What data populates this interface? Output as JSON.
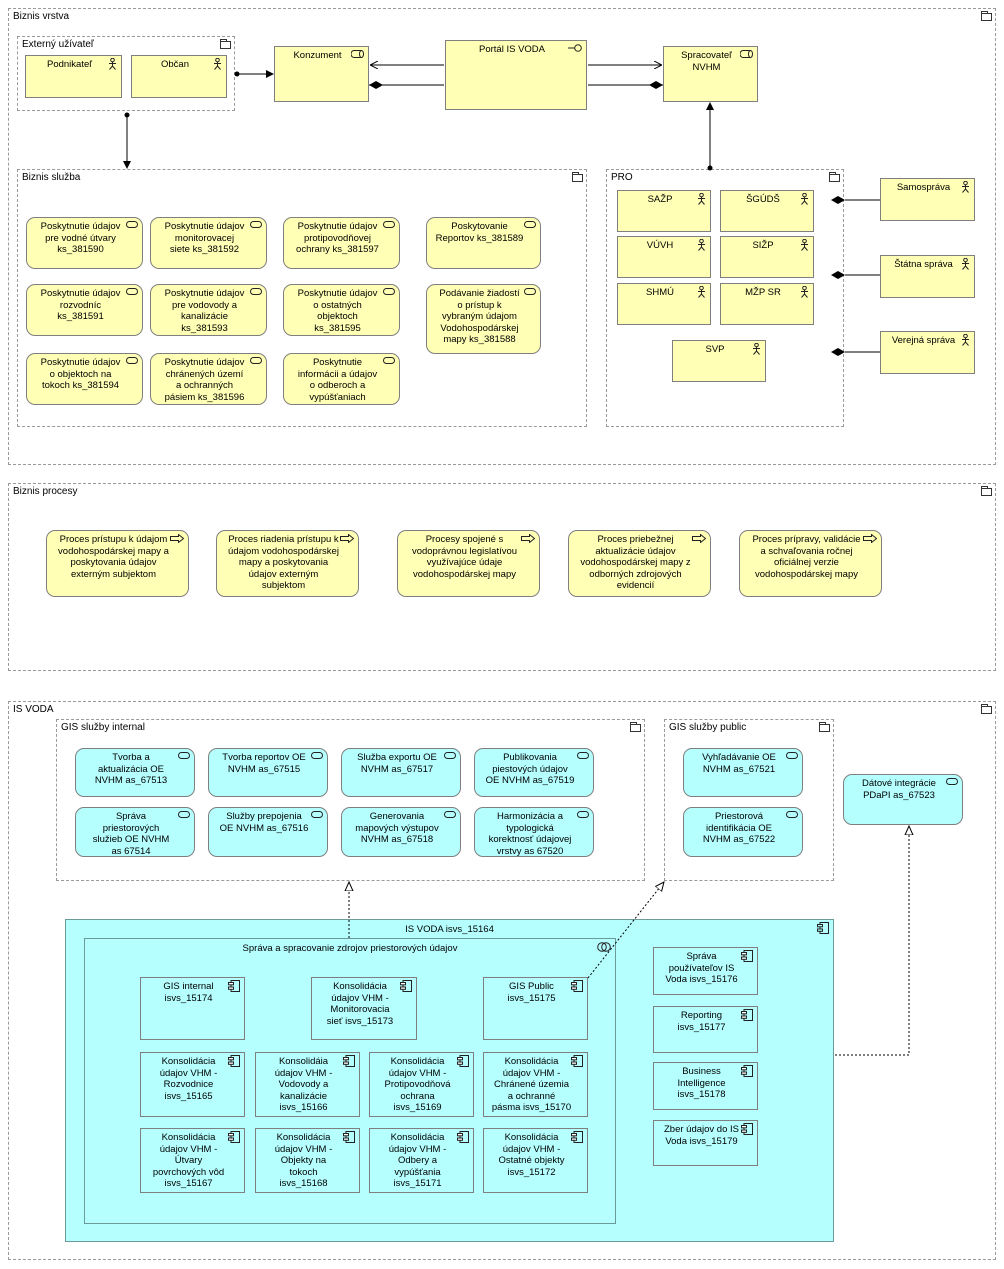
{
  "groups": {
    "biznis_vrstva": "Biznis vrstva",
    "externy_uzivatel": "Externý užívateľ",
    "biznis_sluzba": "Biznis služba",
    "pro": "PRO",
    "biznis_procesy": "Biznis procesy",
    "is_voda": "IS VODA",
    "gis_internal": "GIS služby internal",
    "gis_public": "GIS služby public"
  },
  "actors": {
    "podnikatel": "Podnikateľ",
    "obcan": "Občan",
    "sazp": "SAŽP",
    "sguds": "ŠGÚDŠ",
    "vuvh": "VÚVH",
    "sizp": "SIŽP",
    "shmu": "SHMÚ",
    "mzp": "MŽP SR",
    "svp": "SVP",
    "samosprava": "Samospráva",
    "statna_sprava": "Štátna správa",
    "verejna_sprava": "Verejná správa"
  },
  "roles": {
    "konzument": "Konzument",
    "spracovatel": "Spracovateľ\nNVHM"
  },
  "interface": {
    "portal": "Portál IS VODA"
  },
  "services": [
    "Poskytnutie údajov\npre vodné útvary\nks_381590",
    "Poskytnutie údajov\nmonitorovacej\nsiete  ks_381592",
    "Poskytnutie údajov\nprotipovodňovej\nochrany ks_381597",
    "Poskytovanie\nReportov ks_381589",
    "Poskytnutie údajov\nrozvodníc\nks_381591",
    "Poskytnutie údajov\npre vodovody a\nkanalizácie\nks_381593",
    "Poskytnutie údajov\no ostatných\nobjektoch\nks_381595",
    "Podávanie žiadostí\no prístup k\nvybraným údajom\nVodohospodárskej\nmapy  ks_381588",
    "Poskytnutie údajov\no objektoch na\ntokoch ks_381594",
    "Poskytnutie údajov\nchránených území\na ochranných\npásiem ks_381596",
    "Poskytnutie\ninformácii a údajov\no odberoch a\nvypúšťaniach"
  ],
  "processes": [
    "Proces prístupu k údajom\nvodohospodárskej mapy a\nposkytovania údajov\nexterným subjektom",
    "Proces riadenia prístupu k\núdajom vodohospodárskej\nmapy a poskytovania\núdajov externým\nsubjektom",
    "Procesy spojené s\nvodoprávnou legislatívou\nvyužívajúce údaje\nvodohospodárskej mapy",
    "Proces priebežnej\naktualizácie údajov\nvodohospodárskej mapy z\nodborných zdrojových\nevidencií",
    "Proces prípravy, validácie\na schvaľovania ročnej\noficiálnej verzie\nvodohospodárskej mapy"
  ],
  "gis_internal": [
    "Tvorba a\naktualizácia OE\nNVHM as_67513",
    "Tvorba reportov OE\nNVHM as_67515",
    "Služba exportu OE\nNVHM as_67517",
    "Publikovania\npiestových údajov\nOE NVHM as_67519",
    "Správa\npriestorových\nslužieb OE NVHM\nas  67514",
    "Služby prepojenia\nOE NVHM as_67516",
    "Generovania\nmapových výstupov\nNVHM as_67518",
    "Harmonizácia a\ntypologická\nkorektnosť údajovej\nvrstvy as  67520"
  ],
  "gis_public": [
    "Vyhľadávanie OE\nNVHM as_67521",
    "Priestorová\nidentifikácia OE\nNVHM as_67522"
  ],
  "datova_integracia": "Dátové integrácie\nPDaPI as_67523",
  "is_voda_system": "IS VODA isvs_15164",
  "collaboration": "Správa a spracovanie zdrojov priestorových údajov",
  "components_inner": [
    "GIS internal\nisvs_15174",
    "Konsolidácia\núdajov VHM -\nMonitorovacia\nsieť isvs_15173",
    "GIS Public\nisvs_15175",
    "Konsolidácia\núdajov VHM -\nRozvodnice\nisvs_15165",
    "Konsolidáia\núdajov VHM -\nVodovody a\nkanalizácie\nisvs_15166",
    "Konsolidácia\núdajov VHM -\nProtipovodňová\nochrana\nisvs_15169",
    "Konsolidácia\núdajov VHM -\nChránené územia\na ochranné\npásma isvs_15170",
    "Konsolidácia\núdajov VHM -\nÚtvary\npovrchových vôd\nisvs_15167",
    "Konsolidácia\núdajov VHM -\nObjekty na\ntokoch\nisvs_15168",
    "Konsolidácia\núdajov VHM -\nOdbery a\nvypúšťania\nisvs_15171",
    "Konsolidácia\núdajov VHM -\nOstatné objekty\nisvs_15172"
  ],
  "components_side": [
    "Správa\npoužívateľov IS\nVoda isvs_15176",
    "Reporting\nisvs_15177",
    "Business\nIntelligence\nisvs_15178",
    "Zber údajov do IS\nVoda isvs_15179"
  ],
  "colors": {
    "business": "#ffffb5",
    "application": "#b5ffff"
  }
}
